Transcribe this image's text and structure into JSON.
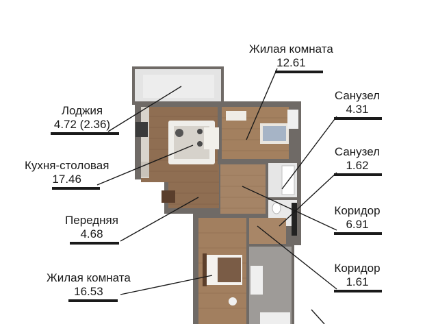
{
  "rooms": [
    {
      "id": "living-room-1",
      "name": "Жилая комната",
      "area": "12.61"
    },
    {
      "id": "loggia",
      "name": "Лоджия",
      "area": "4.72 (2.36)"
    },
    {
      "id": "kitchen",
      "name": "Кухня-столовая",
      "area": "17.46"
    },
    {
      "id": "hallway",
      "name": "Передняя",
      "area": "4.68"
    },
    {
      "id": "living-room-2",
      "name": "Жилая комната",
      "area": "16.53"
    },
    {
      "id": "bathroom-1",
      "name": "Санузел",
      "area": "4.31"
    },
    {
      "id": "bathroom-2",
      "name": "Санузел",
      "area": "1.62"
    },
    {
      "id": "corridor-1",
      "name": "Коридор",
      "area": "6.91"
    },
    {
      "id": "corridor-2",
      "name": "Коридор",
      "area": "1.61"
    }
  ],
  "colors": {
    "text": "#1a1a1a",
    "wall": "#7a7570",
    "floor_wood": "#8b6a4e",
    "floor_light": "#d9cfc3",
    "tile": "#e8e8e8",
    "loggia": "#dddddd"
  }
}
